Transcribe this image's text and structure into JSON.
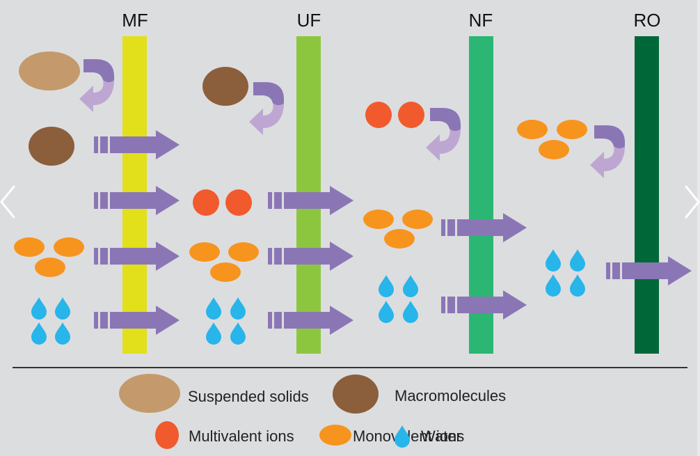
{
  "title": "Membrane filtration spectrum",
  "membranes": [
    {
      "id": "mf",
      "label": "MF",
      "color": "#e1e01a"
    },
    {
      "id": "uf",
      "label": "UF",
      "color": "#8cc63f"
    },
    {
      "id": "nf",
      "label": "NF",
      "color": "#2bb673"
    },
    {
      "id": "ro",
      "label": "RO",
      "color": "#006838"
    }
  ],
  "colors": {
    "background": "#dcdddf",
    "suspended_solids": "#c49a6c",
    "macromolecules": "#8b5e3c",
    "multivalent_ions": "#f15a2c",
    "monovalent_ions": "#f7941d",
    "water": "#27b5ea",
    "arrow": "#8b76b5",
    "arrow_light": "#bda7d2"
  },
  "stages": [
    {
      "membrane": "MF",
      "rejected": [
        "Suspended solids"
      ],
      "passed": [
        "Macromolecules",
        "Multivalent ions",
        "Monovalent ions",
        "Water"
      ]
    },
    {
      "membrane": "UF",
      "rejected": [
        "Macromolecules"
      ],
      "passed": [
        "Multivalent ions",
        "Monovalent ions",
        "Water"
      ]
    },
    {
      "membrane": "NF",
      "rejected": [
        "Multivalent ions"
      ],
      "passed": [
        "Monovalent ions",
        "Water"
      ]
    },
    {
      "membrane": "RO",
      "rejected": [
        "Monovalent ions"
      ],
      "passed": [
        "Water"
      ]
    }
  ],
  "legend": {
    "suspended_solids": "Suspended solids",
    "macromolecules": "Macromolecules",
    "multivalent_ions": "Multivalent ions",
    "monovalent_ions": "Monovalent ions",
    "water": "Water"
  },
  "nav": {
    "prev_icon": "chevron-left-icon",
    "next_icon": "chevron-right-icon"
  }
}
